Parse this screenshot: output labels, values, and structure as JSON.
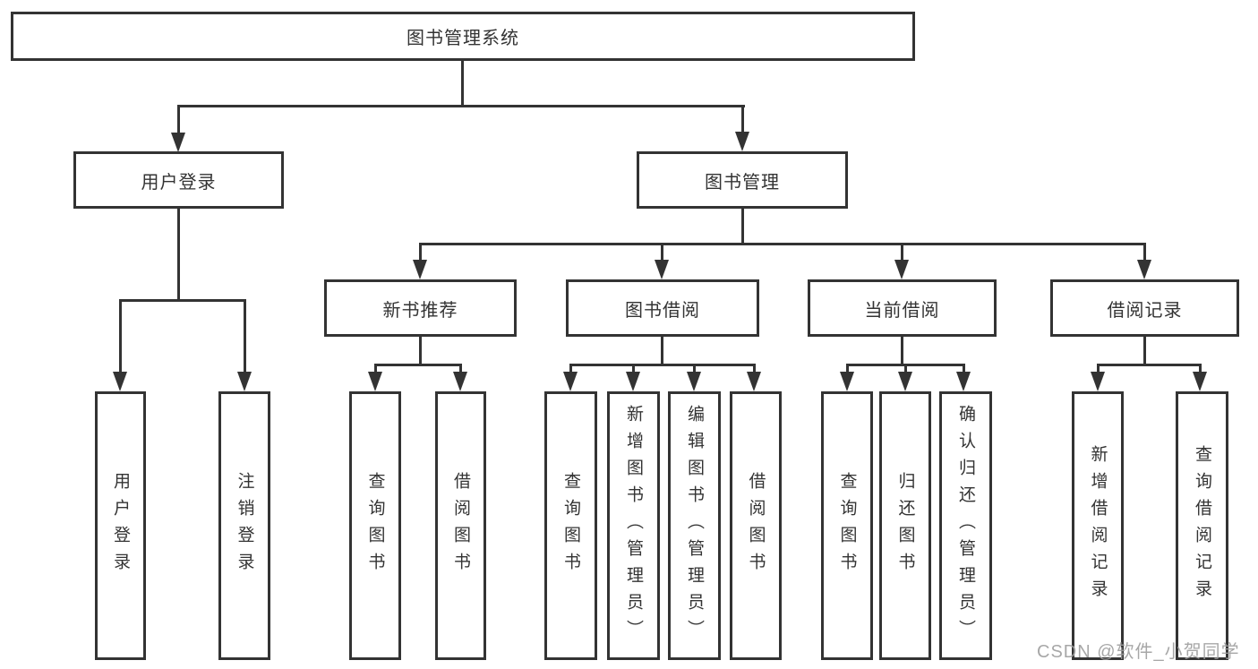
{
  "tree": {
    "label": "图书管理系统",
    "children": [
      {
        "label": "用户登录",
        "children": [
          {
            "label": "用户登录"
          },
          {
            "label": "注销登录"
          }
        ]
      },
      {
        "label": "图书管理",
        "children": [
          {
            "label": "新书推荐",
            "children": [
              {
                "label": "查询图书"
              },
              {
                "label": "借阅图书"
              }
            ]
          },
          {
            "label": "图书借阅",
            "children": [
              {
                "label": "查询图书"
              },
              {
                "label": "新增图书（管理员）"
              },
              {
                "label": "编辑图书（管理员）"
              },
              {
                "label": "借阅图书"
              }
            ]
          },
          {
            "label": "当前借阅",
            "children": [
              {
                "label": "查询图书"
              },
              {
                "label": "归还图书"
              },
              {
                "label": "确认归还（管理员）"
              }
            ]
          },
          {
            "label": "借阅记录",
            "children": [
              {
                "label": "新增借阅记录"
              },
              {
                "label": "查询借阅记录"
              }
            ]
          }
        ]
      }
    ]
  },
  "watermark": {
    "text": "CSDN @软件_小贺同学"
  },
  "colors": {
    "line": "#333333",
    "text": "#333333",
    "watermark": "#9e9e9e",
    "background": "#ffffff"
  }
}
